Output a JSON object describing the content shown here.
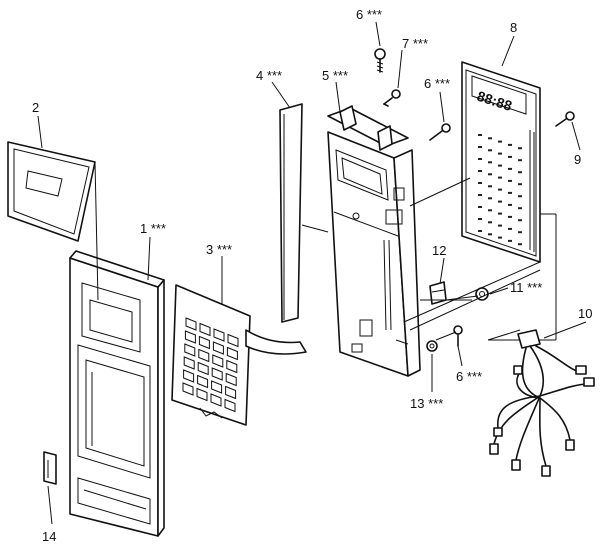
{
  "callouts": [
    {
      "id": "c1",
      "text": "1 ***"
    },
    {
      "id": "c2",
      "text": "2"
    },
    {
      "id": "c3",
      "text": "3 ***"
    },
    {
      "id": "c4",
      "text": "4 ***"
    },
    {
      "id": "c5",
      "text": "5 ***"
    },
    {
      "id": "c6a",
      "text": "6 ***"
    },
    {
      "id": "c7",
      "text": "7 ***"
    },
    {
      "id": "c6b",
      "text": "6 ***"
    },
    {
      "id": "c8",
      "text": "8"
    },
    {
      "id": "c9",
      "text": "9"
    },
    {
      "id": "c12",
      "text": "12"
    },
    {
      "id": "c11",
      "text": "11 ***"
    },
    {
      "id": "c10",
      "text": "10"
    },
    {
      "id": "c6c",
      "text": "6 ***"
    },
    {
      "id": "c13",
      "text": "13 ***"
    },
    {
      "id": "c14",
      "text": "14"
    }
  ],
  "display_digits": "88:88"
}
